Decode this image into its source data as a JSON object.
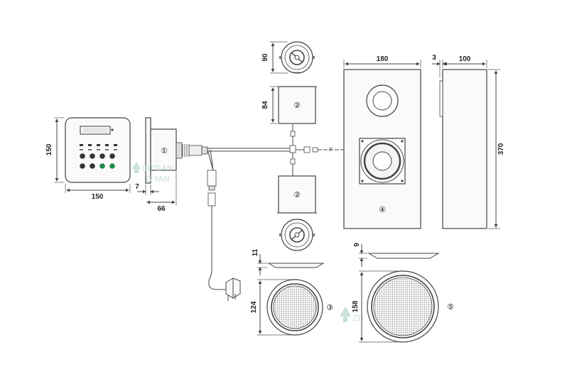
{
  "watermark": {
    "text_1": "IRTISAN",
    "text_2": "G YAN",
    "text_3": "ZH"
  },
  "labels": {
    "item_1": "①",
    "item_2a": "②",
    "item_2b": "②",
    "item_3": "③",
    "item_4": "④",
    "item_5": "⑤"
  },
  "dimensions": {
    "panel_width": "150",
    "panel_height": "150",
    "panel_thickness": "7",
    "panel_depth": "66",
    "tweeter_diameter": "90",
    "tweeter_depth": "84",
    "box_width": "180",
    "box_wall": "3",
    "box_depth": "100",
    "box_height": "370",
    "grille_small_height": "11",
    "grille_small_diameter": "124",
    "grille_large_height": "9",
    "grille_large_diameter": "158"
  },
  "colors": {
    "line": "#444444",
    "button_dark": "#333333",
    "button_green": "#1e8a4a",
    "watermark": "#b8d7c8"
  }
}
